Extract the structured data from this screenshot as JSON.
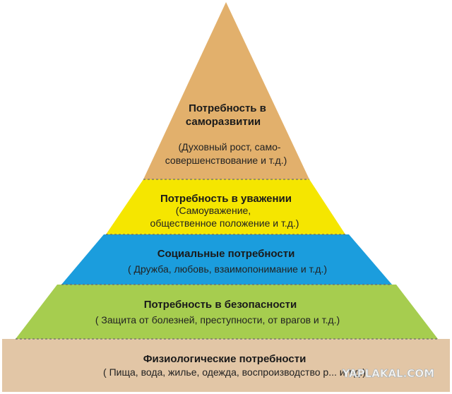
{
  "pyramid": {
    "levels": [
      {
        "title": "Потребность в саморазвитии",
        "title_lines": [
          "Потребность в",
          "саморазвитии"
        ],
        "desc_lines": [
          "(Духовный рост, само-",
          "совершенствование и т.д.)"
        ],
        "color": "#e2b06c"
      },
      {
        "title": "Потребность в уважении",
        "title_lines": [
          "Потребность в  уважении"
        ],
        "desc_lines": [
          "(Самоуважение,",
          "общественное положение и т.д.)"
        ],
        "color": "#f5e600"
      },
      {
        "title": "Социальные потребности",
        "title_lines": [
          "Социальные потребности"
        ],
        "desc_lines": [
          "( Дружба, любовь, взаимопонимание и т.д.)"
        ],
        "color": "#1b9ddd"
      },
      {
        "title": "Потребность в безопасности",
        "title_lines": [
          "Потребность в  безопасности"
        ],
        "desc_lines": [
          "( Защита от болезней, преступности, от врагов  и т.д.)"
        ],
        "color": "#a6cd4f"
      },
      {
        "title": "Физиологические потребности",
        "title_lines": [
          "Физиологические потребности"
        ],
        "desc_lines": [
          "( Пища, вода, жилье, одежда, воспроизводство р... и т.д.)"
        ],
        "color": "#e2c6a6"
      }
    ]
  },
  "watermark": "YAPLAKAL.COM"
}
